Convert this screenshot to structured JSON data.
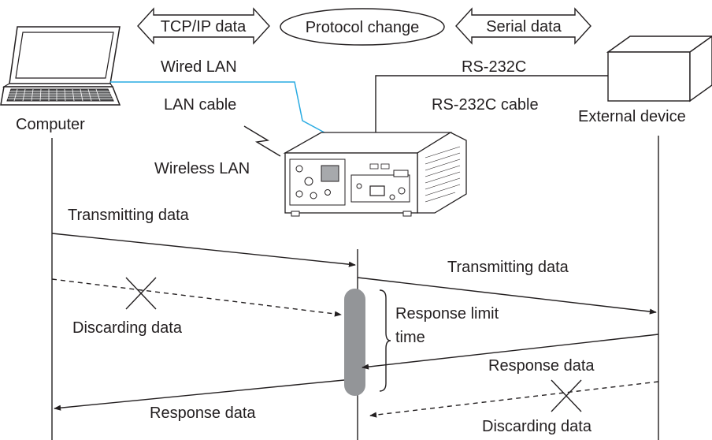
{
  "header": {
    "tcpip": "TCP/IP data",
    "protocol": "Protocol change",
    "serial": "Serial data"
  },
  "labels": {
    "wired_lan": "Wired LAN",
    "rs232c": "RS-232C",
    "lan_cable": "LAN cable",
    "rs232c_cable": "RS-232C cable",
    "computer": "Computer",
    "external_device": "External device",
    "wireless_lan": "Wireless LAN"
  },
  "sequence": {
    "transmit_left": "Transmitting data",
    "transmit_right": "Transmitting data",
    "discard_left": "Discarding data",
    "discard_right": "Discarding data",
    "response_limit_1": "Response limit",
    "response_limit_2": "time",
    "response_right": "Response data",
    "response_left": "Response data"
  },
  "colors": {
    "lan_cable": "#29abe2",
    "ink": "#231f20",
    "limit_bar": "#939598"
  }
}
